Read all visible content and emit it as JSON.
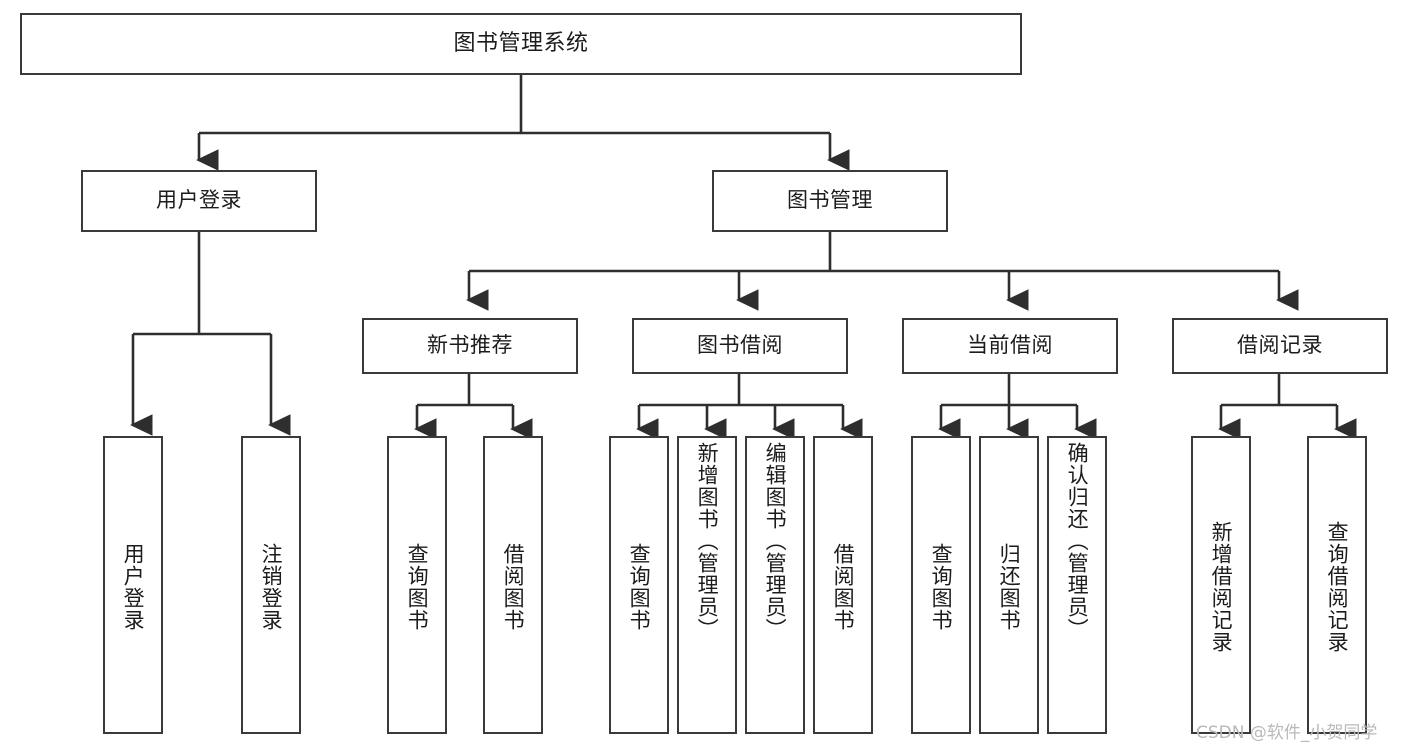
{
  "diagram": {
    "title": "图书管理系统",
    "type": "tree-hierarchy",
    "root": {
      "id": "root",
      "label": "图书管理系统"
    },
    "level1": [
      {
        "id": "user-login",
        "label": "用户登录"
      },
      {
        "id": "book-manage",
        "label": "图书管理"
      }
    ],
    "level2": [
      {
        "id": "new-book-rec",
        "label": "新书推荐",
        "parent": "book-manage"
      },
      {
        "id": "book-borrow",
        "label": "图书借阅",
        "parent": "book-manage"
      },
      {
        "id": "current-borrow",
        "label": "当前借阅",
        "parent": "book-manage"
      },
      {
        "id": "borrow-record",
        "label": "借阅记录",
        "parent": "book-manage"
      }
    ],
    "leaves": [
      {
        "id": "leaf-user-login",
        "label": "用户登录",
        "parent": "user-login"
      },
      {
        "id": "leaf-user-logout",
        "label": "注销登录",
        "parent": "user-login"
      },
      {
        "id": "leaf-rec-query",
        "label": "查询图书",
        "parent": "new-book-rec"
      },
      {
        "id": "leaf-rec-borrow",
        "label": "借阅图书",
        "parent": "new-book-rec"
      },
      {
        "id": "leaf-borrow-query",
        "label": "查询图书",
        "parent": "book-borrow"
      },
      {
        "id": "leaf-borrow-add",
        "label": "新增图书（管理员）",
        "parent": "book-borrow"
      },
      {
        "id": "leaf-borrow-edit",
        "label": "编辑图书（管理员）",
        "parent": "book-borrow"
      },
      {
        "id": "leaf-borrow-lend",
        "label": "借阅图书",
        "parent": "book-borrow"
      },
      {
        "id": "leaf-cur-query",
        "label": "查询图书",
        "parent": "current-borrow"
      },
      {
        "id": "leaf-cur-return",
        "label": "归还图书",
        "parent": "current-borrow"
      },
      {
        "id": "leaf-cur-confirm",
        "label": "确认归还（管理员）",
        "parent": "current-borrow"
      },
      {
        "id": "leaf-rec-add",
        "label": "新增借阅记录",
        "parent": "borrow-record"
      },
      {
        "id": "leaf-rec-search",
        "label": "查询借阅记录",
        "parent": "borrow-record"
      }
    ],
    "watermark": "CSDN @软件_小贺同学",
    "colors": {
      "border": "#3a3a3a",
      "text": "#1c1c1c",
      "background": "#ffffff",
      "connector": "#2e2e2e",
      "watermark": "#b9b9b9"
    }
  }
}
